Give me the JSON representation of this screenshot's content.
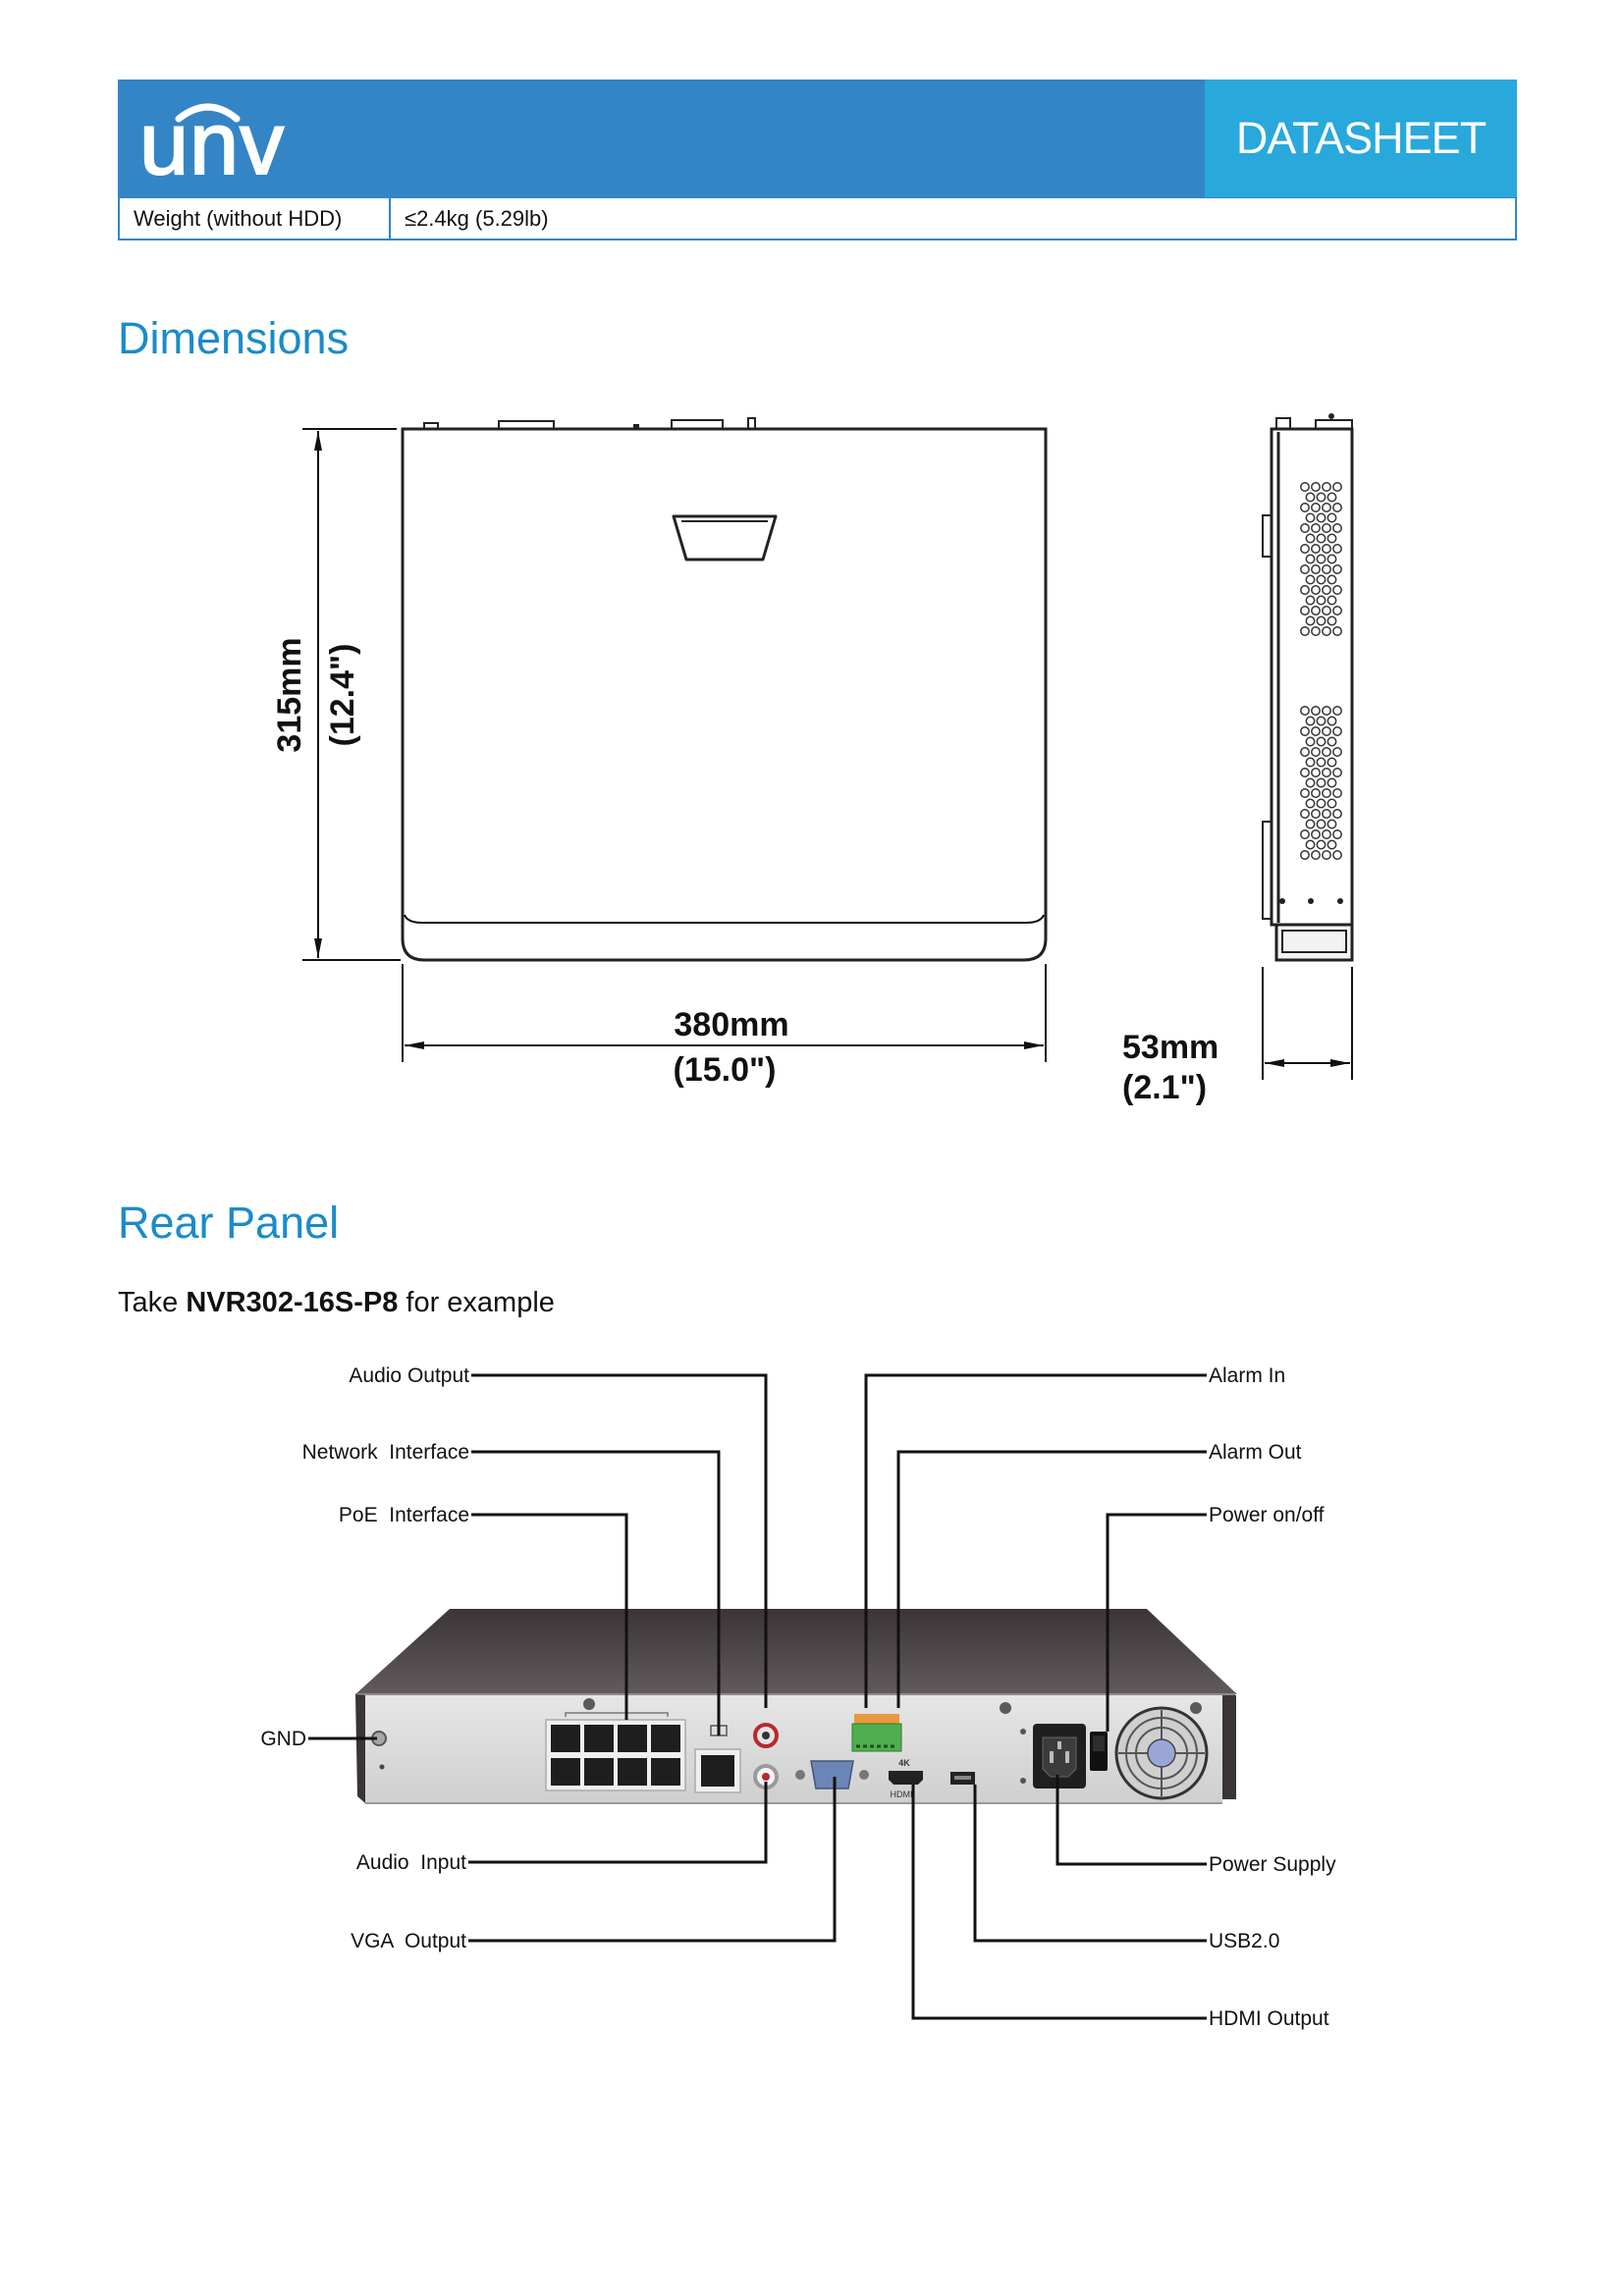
{
  "header": {
    "logo_text": "unv",
    "badge": "DATASHEET"
  },
  "spec_table": {
    "rows": [
      {
        "label": "Weight (without HDD)",
        "value": "≤2.4kg (5.29lb)"
      }
    ]
  },
  "dimensions": {
    "title": "Dimensions",
    "height_mm": "315mm",
    "height_in": "(12.4\")",
    "width_mm": "380mm",
    "width_in": "(15.0\")",
    "depth_mm": "53mm",
    "depth_in": "(2.1\")"
  },
  "rear_panel": {
    "title": "Rear Panel",
    "intro_prefix": "Take ",
    "model": "NVR302-16S-P8",
    "intro_suffix": " for example",
    "callouts": {
      "audio_output": "Audio Output",
      "network_interface": "Network  Interface",
      "poe_interface": "PoE  Interface",
      "gnd": "GND",
      "audio_input": "Audio  Input",
      "vga_output": "VGA  Output",
      "alarm_in": "Alarm In",
      "alarm_out": "Alarm Out",
      "power_on_off": "Power on/off",
      "power_supply": "Power Supply",
      "usb": "USB2.0",
      "hdmi_output": "HDMI Output"
    },
    "port_marks": {
      "hdmi_4k": "4K",
      "hdmi": "HDMI"
    }
  },
  "colors": {
    "brand_blue": "#3385c6",
    "badge_blue": "#29a8dc",
    "heading": "#1b8bc9",
    "alarm_terminal": "#4fae4f",
    "vga_port": "#6c85b8"
  }
}
